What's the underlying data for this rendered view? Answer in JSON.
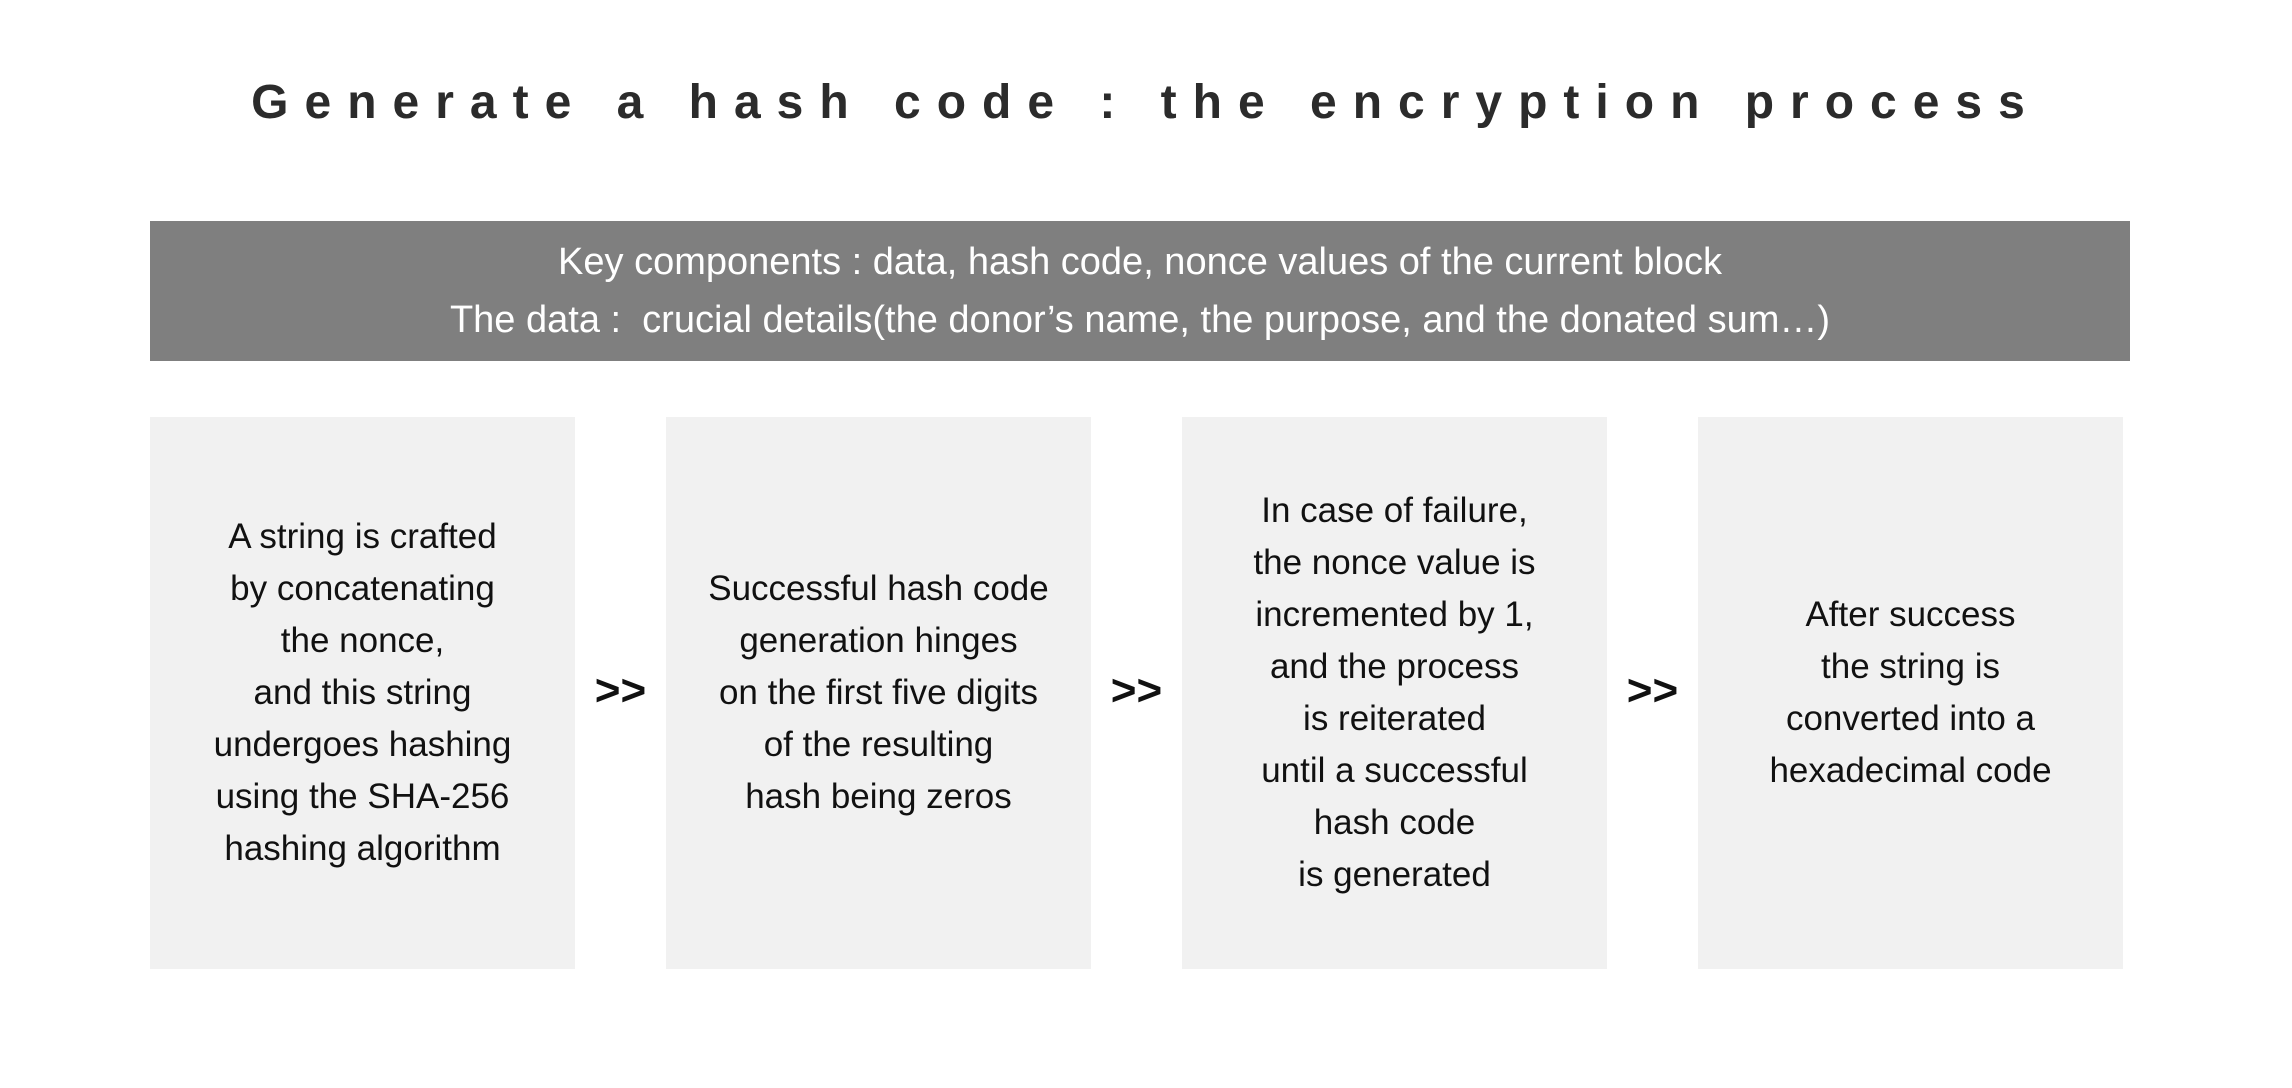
{
  "title": "Generate a hash code : the encryption process",
  "banner": {
    "lines": [
      "Key components : data, hash code, nonce values of the current block",
      "The data :  crucial details(the donor’s name, the purpose, and the donated sum…)"
    ]
  },
  "process": {
    "separator": ">>",
    "steps": [
      {
        "lines": [
          "A string is crafted",
          "by concatenating",
          "the nonce,",
          "and this string",
          "undergoes hashing",
          "using the SHA-256",
          "hashing algorithm"
        ]
      },
      {
        "lines": [
          "Successful hash code",
          "generation hinges",
          "on the first five digits",
          "of the resulting",
          "hash being zeros"
        ]
      },
      {
        "lines": [
          "In case of failure,",
          "the nonce value is",
          "incremented by 1,",
          "and the process",
          "is reiterated",
          "until a successful",
          "hash code",
          "is generated"
        ]
      },
      {
        "lines": [
          "After success",
          "the string is",
          "converted into a",
          "hexadecimal code"
        ]
      }
    ]
  },
  "colors": {
    "banner-bg": "#7f7f7f",
    "banner-text": "#ffffff",
    "step-bg": "#f1f1f1",
    "title-text": "#2b2b2b",
    "step-text": "#111111"
  }
}
